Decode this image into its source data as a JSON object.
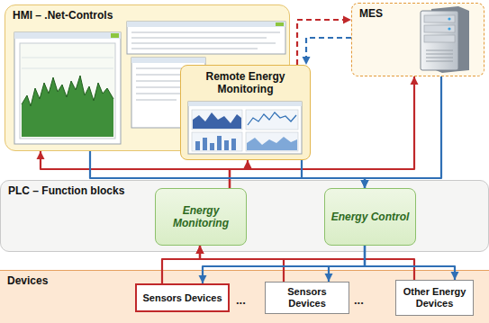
{
  "diagram": {
    "nodes": [
      {
        "text": [
          "HMI – .Net-Controls"
        ]
      },
      {
        "text": [
          "Remote Energy Monitoring"
        ]
      },
      {
        "text": [
          "MES"
        ]
      },
      {
        "text": [
          "PLC – Function blocks"
        ]
      },
      {
        "text": [
          "Energy Monitoring"
        ],
        "in": 3
      },
      {
        "text": [
          "Energy Control"
        ],
        "in": 3
      },
      {
        "text": [
          "Devices"
        ]
      },
      {
        "text": [
          "Sensors Devices"
        ],
        "in": 6
      },
      {
        "text": [
          "Sensors Devices"
        ],
        "in": 6
      },
      {
        "text": [
          "Other Energy Devices"
        ],
        "in": 6
      }
    ],
    "edges": [
      {
        "from": 4,
        "to": 0,
        "arrow": "to"
      },
      {
        "from": 4,
        "to": 1,
        "arrow": "to"
      },
      {
        "from": 4,
        "to": 2,
        "arrow": "to"
      },
      {
        "from": 0,
        "to": 5,
        "arrow": "to"
      },
      {
        "from": 1,
        "to": 5,
        "arrow": "to"
      },
      {
        "from": 2,
        "to": 5,
        "arrow": "to"
      },
      {
        "from": 1,
        "to": 2,
        "arrow": "to"
      },
      {
        "from": 2,
        "to": 1,
        "arrow": "to"
      },
      {
        "from": 7,
        "to": 4,
        "arrow": "to"
      },
      {
        "from": 8,
        "to": 4,
        "arrow": "to"
      },
      {
        "from": 9,
        "to": 4,
        "arrow": "to"
      },
      {
        "from": 5,
        "to": 7,
        "arrow": "to"
      },
      {
        "from": 5,
        "to": 8,
        "arrow": "to"
      },
      {
        "from": 5,
        "to": 9,
        "arrow": "to"
      }
    ],
    "labels": [
      "...",
      "..."
    ]
  }
}
